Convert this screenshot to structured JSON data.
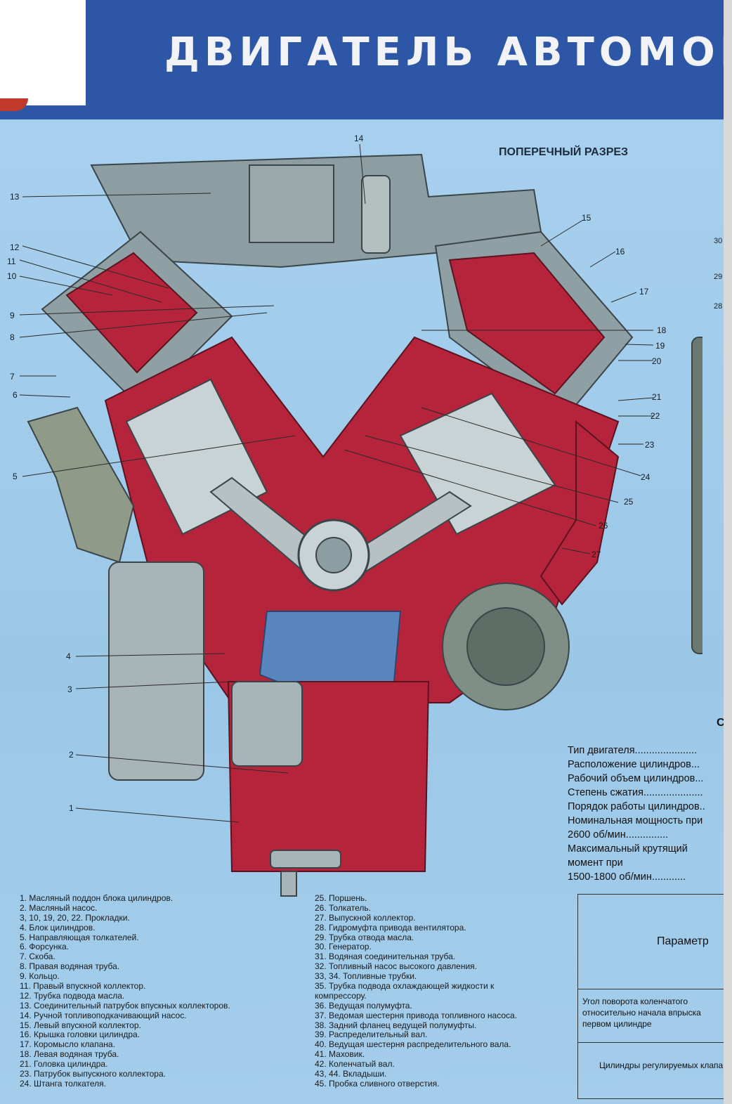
{
  "header": {
    "title": "ДВИГАТЕЛЬ АВТОМОБ"
  },
  "section_label": "ПОПЕРЕЧНЫЙ РАЗРЕЗ",
  "callouts": [
    "13",
    "12",
    "11",
    "10",
    "9",
    "8",
    "7",
    "6",
    "5",
    "4",
    "3",
    "2",
    "1",
    "14",
    "15",
    "16",
    "17",
    "18",
    "19",
    "20",
    "21",
    "22",
    "23",
    "24",
    "25",
    "26",
    "27"
  ],
  "side_numbers": [
    "30",
    "29",
    "28"
  ],
  "side_letter": "С",
  "legend_left": [
    "1.  Масляный поддон блока цилиндров.",
    "2.  Масляный насос.",
    "3, 10, 19, 20, 22. Прокладки.",
    "4.  Блок цилиндров.",
    "5.  Направляющая толкателей.",
    "6.  Форсунка.",
    "7.  Скоба.",
    "8.  Правая водяная труба.",
    "9.  Кольцо.",
    "11.  Правый впускной коллектор.",
    "12.  Трубка подвода масла.",
    "13.  Соединительный патрубок впускных коллекторов.",
    "14.  Ручной топливоподкачивающий насос.",
    "15.  Левый впускной коллектор.",
    "16.  Крышка головки цилиндра.",
    "17.  Коромысло клапана.",
    "18.  Левая водяная труба.",
    "21.  Головка цилиндра.",
    "23.  Патрубок выпускного коллектора.",
    "24.  Штанга толкателя."
  ],
  "legend_right": [
    "25.  Поршень.",
    "26.  Толкатель.",
    "27.  Выпускной коллектор.",
    "28.  Гидромуфта привода вентилятора.",
    "29.  Трубка отвода масла.",
    "30.  Генератор.",
    "31.  Водяная соединительная труба.",
    "32.  Топливный насос высокого давления.",
    "33, 34. Топливные трубки.",
    "35.  Трубка подвода охлаждающей жидкости к",
    "компрессору.",
    "36.  Ведущая полумуфта.",
    "37.  Ведомая шестерня привода топливного насоса.",
    "38.  Задний фланец ведущей полумуфты.",
    "39.  Распределительный вал.",
    "40.  Ведущая шестерня распределительного вала.",
    "41.  Маховик.",
    "42.  Коленчатый вал.",
    "43, 44. Вкладыши.",
    "45.  Пробка сливного отверстия."
  ],
  "specs": [
    "Тип двигателя......................",
    "Расположение цилиндров...",
    "Рабочий объем цилиндров...",
    "Степень сжатия.....................",
    "Порядок работы цилиндров..",
    "Номинальная мощность при",
    "          2600 об/мин...............",
    "Максимальный крутящий",
    "          момент при",
    "     1500-1800  об/мин............"
  ],
  "param_table": {
    "title": "Параметр",
    "angle_lines": [
      "Угол   поворота   коленчатого",
      "относительно  начала  впрыска",
      "первом цилиндре"
    ],
    "cylinders": "Цилиндры регулируемых клапанов"
  },
  "colors": {
    "header": "#2e56a7",
    "background": "#a3cdea",
    "engine_red": "#b5243a",
    "engine_grey": "#8a9aa0",
    "piston": "#c9d3d6"
  }
}
